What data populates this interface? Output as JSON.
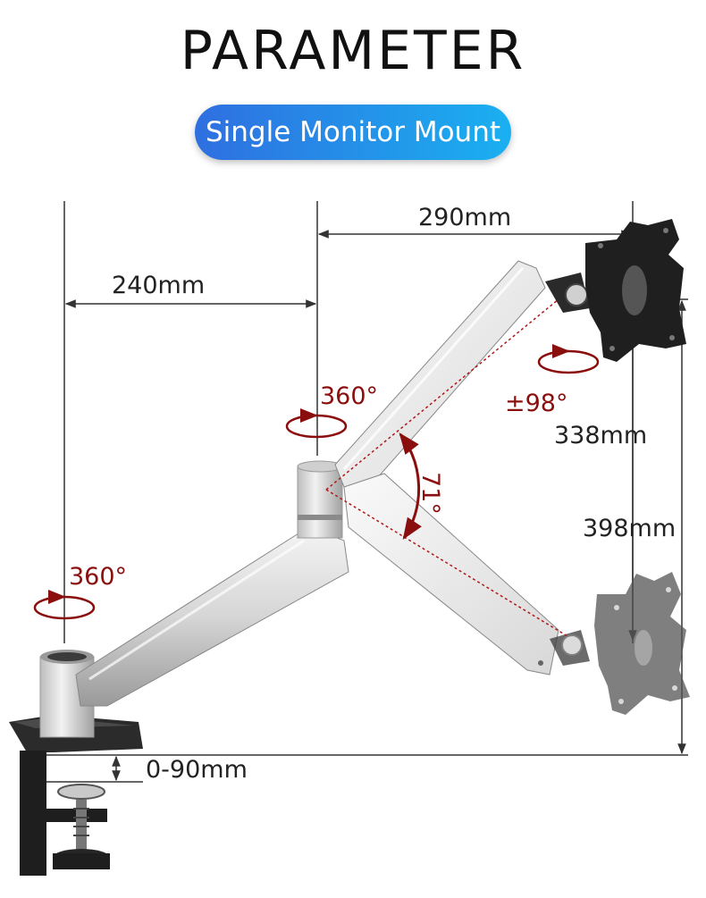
{
  "header": {
    "title": "PARAMETER",
    "subtitle": "Single Monitor Mount",
    "subtitle_gradient": [
      "#2f6fe0",
      "#1ab0f0"
    ]
  },
  "dimensions": {
    "lower_arm_length": "240mm",
    "upper_arm_length": "290mm",
    "height_upper": "338mm",
    "height_full": "398mm",
    "desk_clamp_range": "0-90mm"
  },
  "rotations": {
    "base_rotation": "360°",
    "elbow_rotation": "360°",
    "head_tilt": "±98°",
    "arm_swing": "71°"
  },
  "colors": {
    "dimension_line": "#333333",
    "accent_red": "#8b0e0e",
    "arm_silver": "#d9d9d9",
    "plate_black": "#1f1f1f"
  }
}
